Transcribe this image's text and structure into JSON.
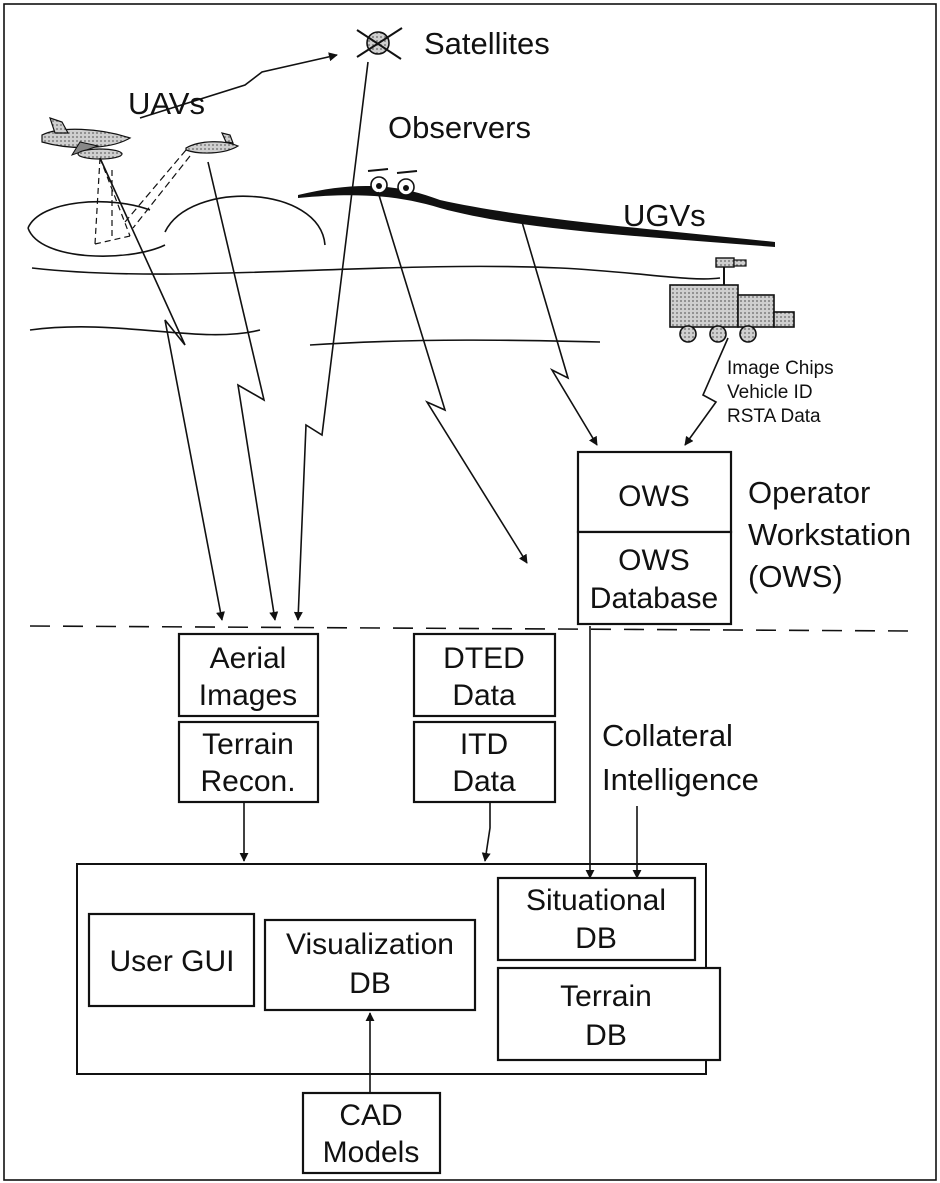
{
  "labels": {
    "satellites": "Satellites",
    "uavs": "UAVs",
    "observers": "Observers",
    "ugvs": "UGVs",
    "ugv_data": [
      "Image Chips",
      "Vehicle ID",
      "RSTA Data"
    ],
    "ows_title": [
      "Operator",
      "Workstation",
      "(OWS)"
    ],
    "collateral": [
      "Collateral",
      "Intelligence"
    ]
  },
  "boxes": {
    "ows": "OWS",
    "ows_database": [
      "OWS",
      "Database"
    ],
    "aerial_images": [
      "Aerial",
      "Images"
    ],
    "terrain_recon": [
      "Terrain",
      "Recon."
    ],
    "dted_data": [
      "DTED",
      "Data"
    ],
    "itd_data": [
      "ITD",
      "Data"
    ],
    "situational_db": [
      "Situational",
      "DB"
    ],
    "terrain_db": [
      "Terrain",
      "DB"
    ],
    "user_gui": "User GUI",
    "visualization_db": [
      "Visualization",
      "DB"
    ],
    "cad_models": [
      "CAD",
      "Models"
    ]
  },
  "colors": {
    "ink": "#111111",
    "vehicle_fill": "#bdbdbd",
    "background": "#ffffff"
  }
}
